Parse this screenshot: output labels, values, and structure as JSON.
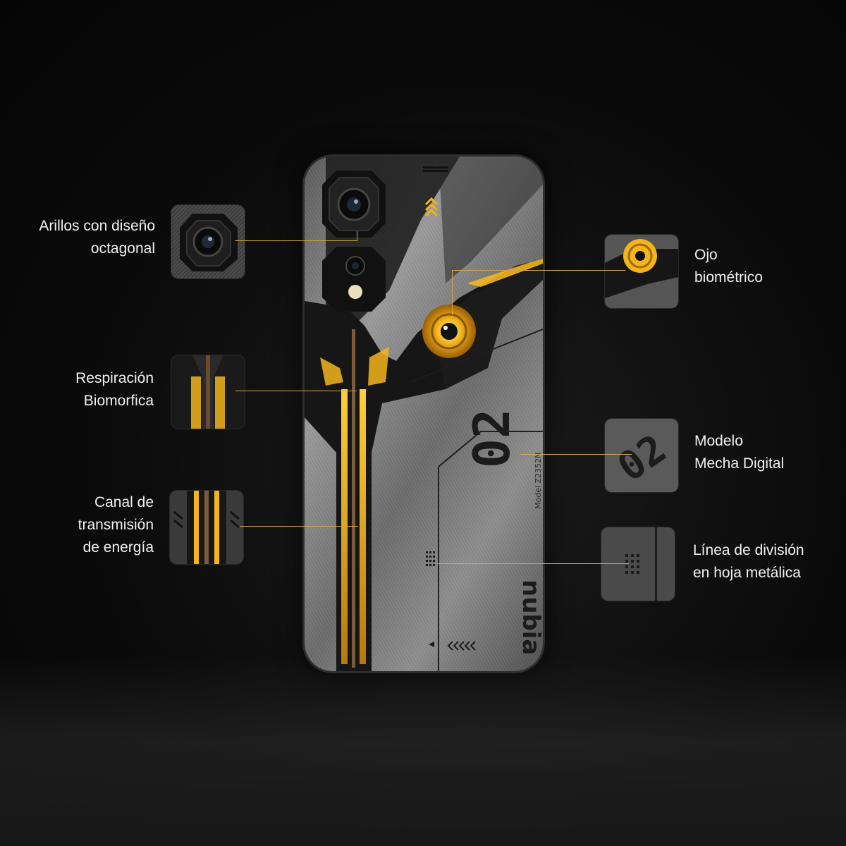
{
  "brand": "nubia",
  "model_text": "Model Z2352N",
  "model_number": "02",
  "accent_color": "#d9a441",
  "glow_color": "#f3b51b",
  "features": {
    "rings": {
      "lines": [
        "Arillos con diseño",
        "octagonal"
      ],
      "icon": "octagonal-camera-icon"
    },
    "breathing": {
      "lines": [
        "Respiración",
        "Biomorfica"
      ],
      "icon": "honeycomb-light-icon"
    },
    "channel": {
      "lines": [
        "Canal de",
        "transmisión",
        "de energía"
      ],
      "icon": "energy-channel-icon"
    },
    "eye": {
      "lines": [
        "Ojo",
        "biométrico"
      ],
      "icon": "biometric-eye-icon"
    },
    "mecha": {
      "lines": [
        "Modelo",
        "Mecha Digital"
      ],
      "icon": "mecha-digits-icon"
    },
    "metal": {
      "lines": [
        "Línea de división",
        "en hoja metálica"
      ],
      "icon": "metal-split-line-icon"
    }
  }
}
